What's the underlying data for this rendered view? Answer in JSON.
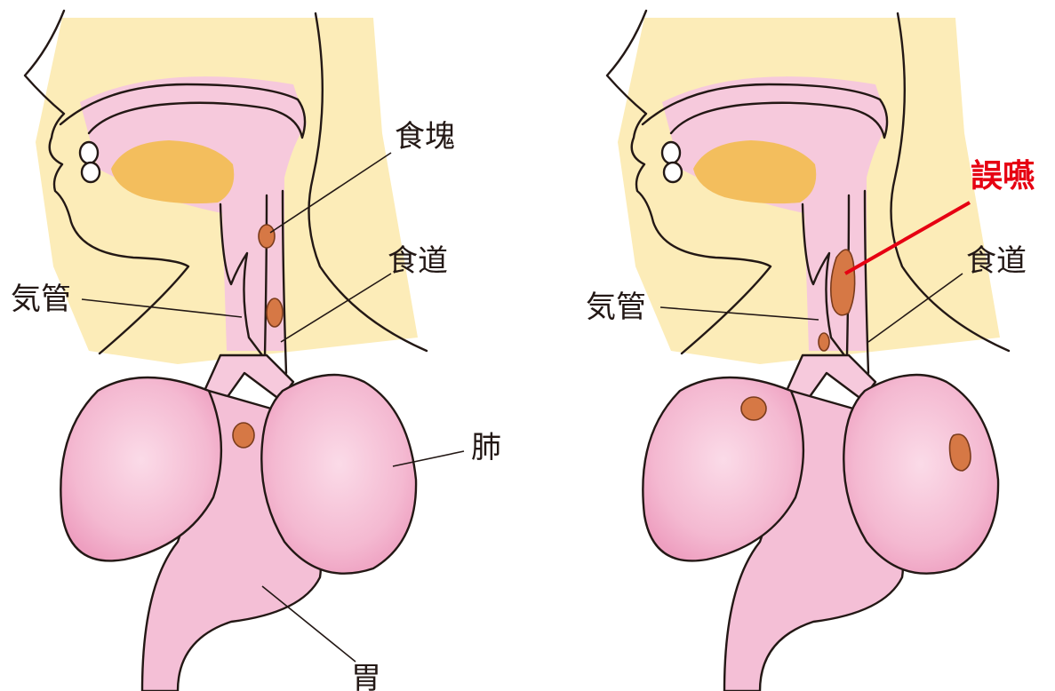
{
  "left_panel": {
    "labels": {
      "bolus": "食塊",
      "esophagus": "食道",
      "trachea": "気管",
      "lung": "肺",
      "stomach": "胃"
    }
  },
  "right_panel": {
    "labels": {
      "aspiration": "誤嚥",
      "esophagus": "食道",
      "trachea": "気管"
    }
  },
  "colors": {
    "alert": "#e60012",
    "outline": "#231815",
    "bolus": "#d67845",
    "lung": "#f2a9c8",
    "skin": "#fcecb8",
    "tongue": "#f3be5d"
  }
}
